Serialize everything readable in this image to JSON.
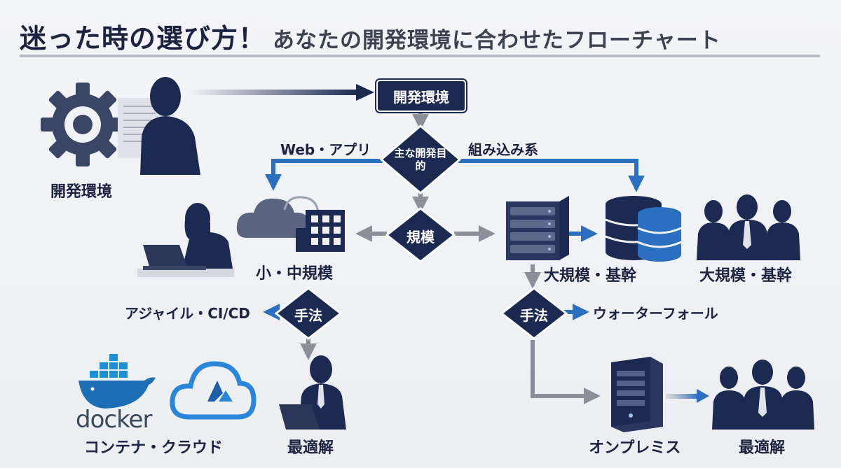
{
  "title": {
    "main": "迷った時の選び方！",
    "sub": "あなたの開発環境に合わせたフローチャート"
  },
  "nodes": {
    "start": "開発環境",
    "purpose": "主な開発目的",
    "scale": "規模",
    "method_left": "手法",
    "method_right": "手法"
  },
  "labels": {
    "dev_env": "開発環境",
    "web_app": "Web・アプリ",
    "embedded": "組み込み系",
    "small_mid": "小・中規模",
    "large_core_1": "大規模・基幹",
    "large_core_2": "大規模・基幹",
    "agile": "アジャイル・CI/CD",
    "waterfall": "ウォーターフォール",
    "docker": "docker",
    "container_cloud": "コンテナ・クラウド",
    "optimal_left": "最適解",
    "onpremise": "オンプレミス",
    "optimal_right": "最適解"
  },
  "icons": [
    "gear-icon",
    "developer-silhouette-icon",
    "cloud-icon",
    "building-icon",
    "laptop-user-icon",
    "server-rack-icon",
    "database-icon",
    "business-team-icon",
    "docker-whale-icon",
    "azure-cloud-icon",
    "businessman-laptop-icon",
    "tower-server-icon"
  ],
  "colors": {
    "navy": "#1c2a52",
    "accent_blue": "#2a6fc0",
    "arrow_gray": "#8a8f99"
  }
}
